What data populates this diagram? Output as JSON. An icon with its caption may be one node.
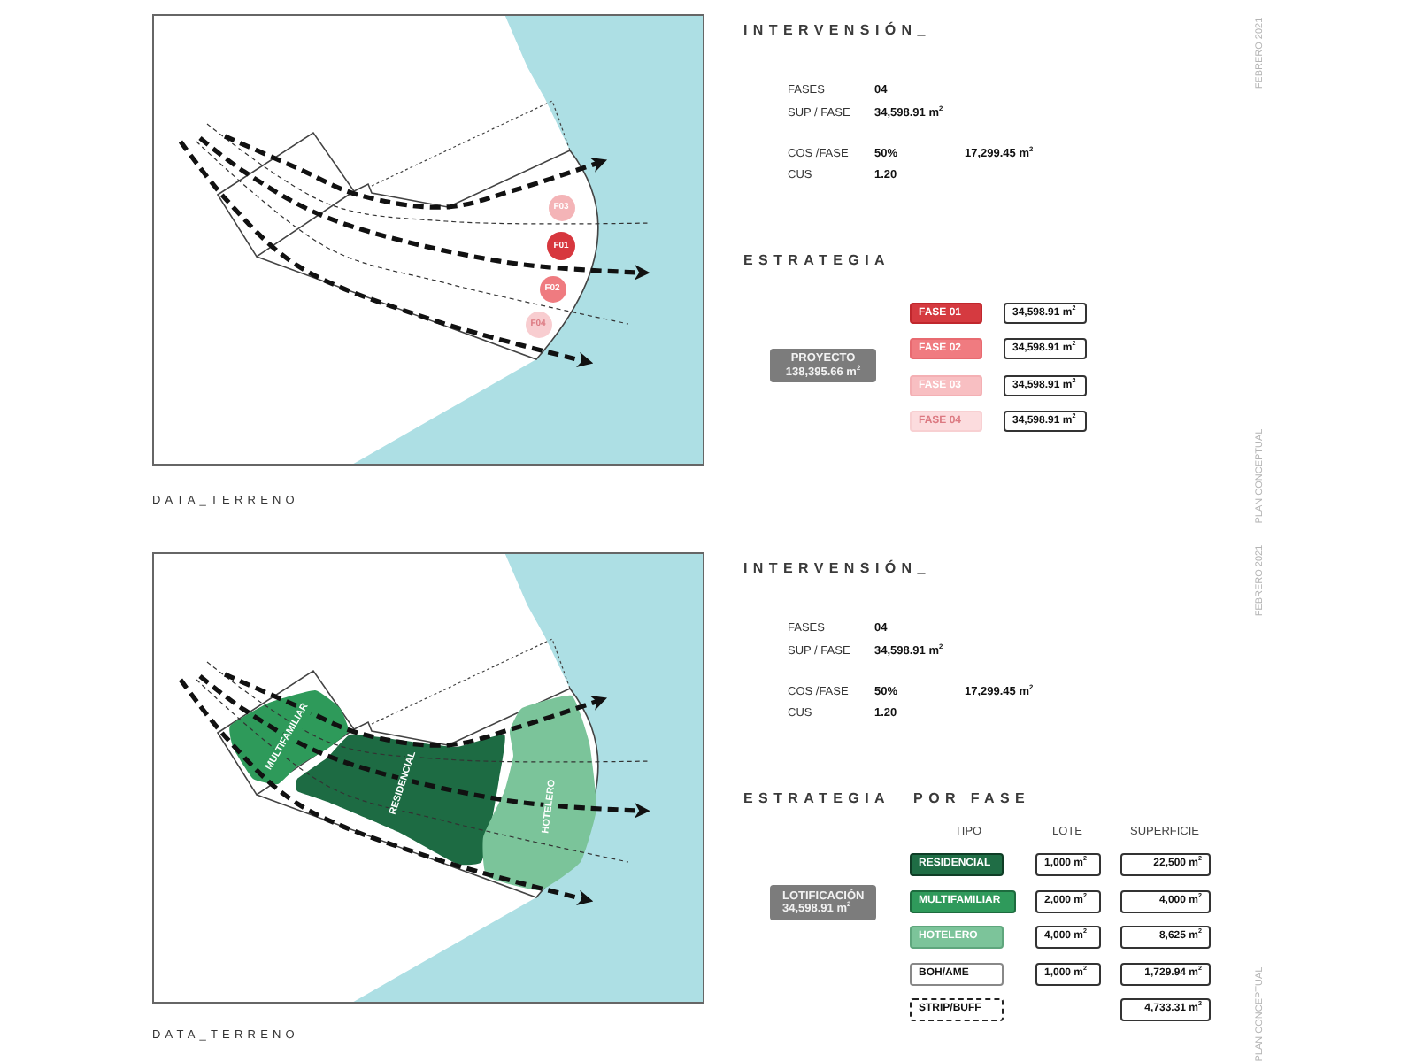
{
  "diagram": {
    "nodes": [
      {
        "text": [
          "F03"
        ]
      },
      {
        "text": [
          "F01"
        ]
      },
      {
        "text": [
          "F02"
        ]
      },
      {
        "text": [
          "F04"
        ]
      },
      {
        "text": [
          "PROYECTO",
          "138,395.66 m$^{2}$"
        ]
      },
      {
        "text": [
          "FASE 01"
        ]
      },
      {
        "text": [
          "34,598.91 m$^{2}$"
        ]
      },
      {
        "text": [
          "FASE 02"
        ]
      },
      {
        "text": [
          "34,598.91 m$^{2}$"
        ]
      },
      {
        "text": [
          "FASE 03"
        ]
      },
      {
        "text": [
          "34,598.91 m$^{2}$"
        ]
      },
      {
        "text": [
          "FASE 04"
        ]
      },
      {
        "text": [
          "34,598.91 m$^{2}$"
        ]
      },
      {
        "text": [
          "MULTIFAMILIAR"
        ]
      },
      {
        "text": [
          "RESIDENCIAL"
        ]
      },
      {
        "text": [
          "HOTELERO"
        ]
      },
      {
        "text": [
          "LOTIFICACIÓN",
          "34,598.91 m$^{2}$"
        ]
      },
      {
        "text": [
          "RESIDENCIAL"
        ]
      },
      {
        "text": [
          "1,000 m$^{2}$"
        ]
      },
      {
        "text": [
          "22,500 m$^{2}$"
        ]
      },
      {
        "text": [
          "MULTIFAMILIAR"
        ]
      },
      {
        "text": [
          "2,000 m$^{2}$"
        ]
      },
      {
        "text": [
          "4,000 m$^{2}$"
        ]
      },
      {
        "text": [
          "HOTELERO"
        ]
      },
      {
        "text": [
          "4,000 m$^{2}$"
        ]
      },
      {
        "text": [
          "8,625 m$^{2}$"
        ]
      },
      {
        "text": [
          "BOH/AME"
        ]
      },
      {
        "text": [
          "1,000 m$^{2}$"
        ]
      },
      {
        "text": [
          "1,729.94 m$^{2}$"
        ]
      },
      {
        "text": [
          "STRIP/BUFF"
        ]
      },
      {
        "text": [
          "4,733.31 m$^{2}$"
        ]
      }
    ],
    "labels": [
      "INTERVENSIÓN_",
      "FASES",
      "04",
      "SUP / FASE",
      "34,598.91 m$^{2}$",
      "COS /FASE",
      "50%",
      "17,299.45 m$^{2}$",
      "CUS",
      "1.20",
      "ESTRATEGIA_",
      "DATA_TERRENO",
      "INTERVENSIÓN_",
      "FASES",
      "04",
      "SUP / FASE",
      "34,598.91 m$^{2}$",
      "COS /FASE",
      "50%",
      "17,299.45 m$^{2}$",
      "CUS",
      "1.20",
      "ESTRATEGIA_ POR FASE",
      "TIPO",
      "LOTE",
      "SUPERFICIE",
      "DATA_TERRENO",
      "FEBRERO 2021",
      "PLAN CONCEPTUAL",
      "FEBRERO 2021",
      "PLAN CONCEPTUAL"
    ]
  }
}
